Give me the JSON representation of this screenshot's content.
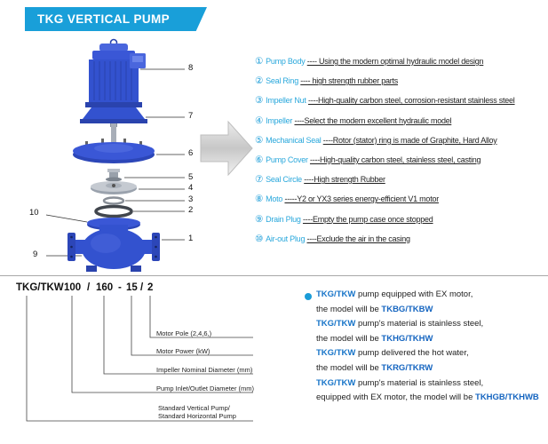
{
  "banner": {
    "title": "TKG VERTICAL PUMP"
  },
  "diagram": {
    "callouts": [
      {
        "label": "8"
      },
      {
        "label": "7"
      },
      {
        "label": "6"
      },
      {
        "label": "5"
      },
      {
        "label": "4"
      },
      {
        "label": "3"
      },
      {
        "label": "2"
      },
      {
        "label": "10"
      },
      {
        "label": "1"
      },
      {
        "label": "9"
      }
    ]
  },
  "parts": [
    {
      "num": "①",
      "name": "Pump Body",
      "desc": "---- Using the modern optimal hydraulic model design"
    },
    {
      "num": "②",
      "name": "Seal Ring",
      "desc": "---- high strength rubber parts"
    },
    {
      "num": "③",
      "name": "Impeller Nut",
      "desc": "----High-quality carbon steel, corrosion-resistant stainless steel"
    },
    {
      "num": "④",
      "name": "Impeller",
      "desc": "----Select the modern excellent hydraulic model"
    },
    {
      "num": "⑤",
      "name": "Mechanical Seal",
      "desc": "----Rotor (stator) ring is made of Graphite, Hard Alloy"
    },
    {
      "num": "⑥",
      "name": "Pump Cover",
      "desc": "----High-quality carbon steel, stainless steel, casting"
    },
    {
      "num": "⑦",
      "name": "Seal Circle",
      "desc": "----High strength Rubber"
    },
    {
      "num": "⑧",
      "name": "Moto",
      "desc": "-----Y2 or YX3 series energy-efficient V1 motor"
    },
    {
      "num": "⑨",
      "name": "Drain Plug",
      "desc": "----Empty the pump case once stopped"
    },
    {
      "num": "⑩",
      "name": "Air-out Plug",
      "desc": "----Exclude the air in the casing"
    }
  ],
  "model_code": {
    "parts": [
      "TKG/TKW",
      "100",
      "/",
      "160",
      "-",
      "15",
      "/",
      "2"
    ],
    "labels": {
      "motor_pole": "Motor Pole (2,4,6,)",
      "motor_power": "Motor Power  (kW)",
      "impeller_diameter": "Impeller Nominal Diameter (mm)",
      "inlet_outlet": "Pump Inlet/Outlet Diameter (mm)",
      "standard_1": "Standard Vertical Pump/",
      "standard_2": "Standard  Horizontal Pump"
    }
  },
  "notes": {
    "lines": [
      {
        "s1": "TKG/TKW",
        "s2": " pump equipped with EX motor,"
      },
      {
        "s1": "the model will be ",
        "s2": "TKBG/TKBW"
      },
      {
        "s1": "TKG/TKW",
        "s2": " pump's material is stainless steel,"
      },
      {
        "s1": "the model will be ",
        "s2": "TKHG/TKHW"
      },
      {
        "s1": "TKG/TKW",
        "s2": " pump delivered the hot water,"
      },
      {
        "s1": "the model will be ",
        "s2": "TKRG/TKRW"
      },
      {
        "s1": "TKG/TKW",
        "s2": " pump's material is stainless steel,"
      },
      {
        "s1": "equipped with EX motor, the model will be ",
        "s2": "TKHGB/TKHWB"
      }
    ]
  },
  "colors": {
    "banner_blue": "#199fd9",
    "part_name_blue": "#2aa8dc",
    "pump_blue": "#3352cf",
    "highlight_blue": "#1774c8"
  }
}
